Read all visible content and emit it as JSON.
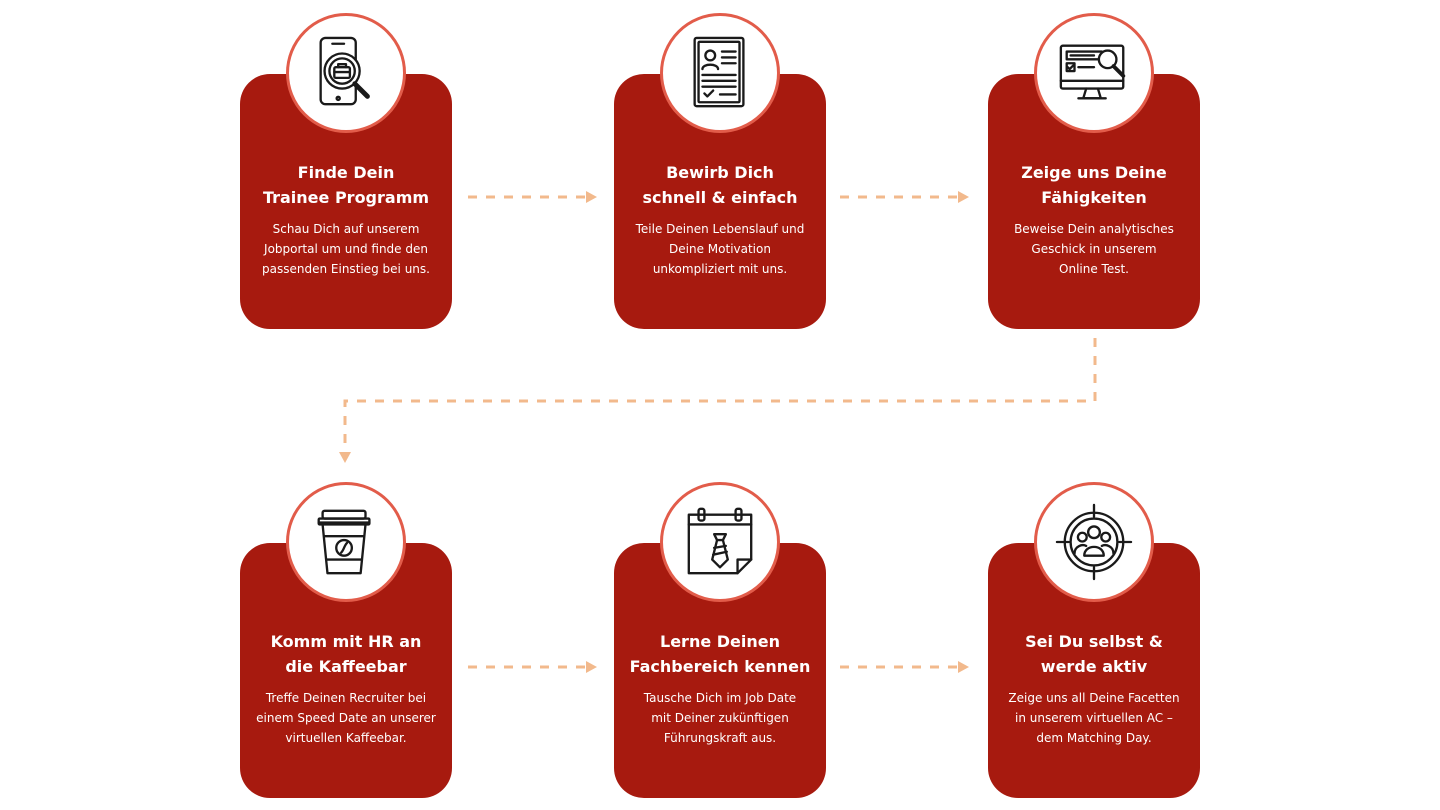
{
  "colors": {
    "card": "#a71a0f",
    "icon_ring": "#e25c4a",
    "connector": "#f2b98c",
    "icon_stroke": "#1a1a1a"
  },
  "steps": [
    {
      "icon": "phone-search-briefcase-icon",
      "title": [
        "Finde Dein",
        "Trainee Programm"
      ],
      "desc": [
        "Schau Dich auf unserem",
        "Jobportal um und finde den",
        "passenden Einstieg bei uns."
      ]
    },
    {
      "icon": "resume-document-icon",
      "title": [
        "Bewirb Dich",
        "schnell & einfach"
      ],
      "desc": [
        "Teile Deinen Lebenslauf und",
        "Deine Motivation",
        "unkompliziert mit uns."
      ]
    },
    {
      "icon": "monitor-test-icon",
      "title": [
        "Zeige uns Deine",
        "Fähigkeiten"
      ],
      "desc": [
        "Beweise Dein analytisches",
        "Geschick in unserem",
        "Online Test."
      ]
    },
    {
      "icon": "coffee-cup-icon",
      "title": [
        "Komm mit HR an",
        "die Kaffeebar"
      ],
      "desc": [
        "Treffe Deinen Recruiter bei",
        "einem Speed Date an unserer",
        "virtuellen Kaffeebar."
      ]
    },
    {
      "icon": "calendar-tie-icon",
      "title": [
        "Lerne Deinen",
        "Fachbereich kennen"
      ],
      "desc": [
        "Tausche Dich im Job Date",
        "mit Deiner zukünftigen",
        "Führungskraft aus."
      ]
    },
    {
      "icon": "target-group-icon",
      "title": [
        "Sei Du selbst &",
        "werde aktiv"
      ],
      "desc": [
        "Zeige uns all Deine Facetten",
        "in unserem virtuellen AC –",
        "dem Matching Day."
      ]
    }
  ]
}
